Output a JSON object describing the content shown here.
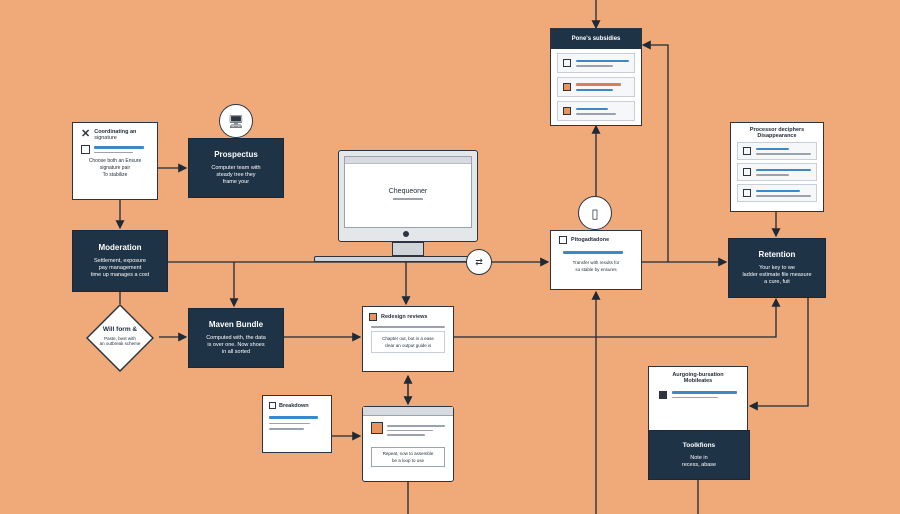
{
  "nodes": {
    "checklist_card": {
      "icon": "close-icon",
      "title": "Coordinating an",
      "title2": "signature",
      "body": "Choose both an Ensure signature pair",
      "body2": "To stabilize"
    },
    "prospectus": {
      "title": "Prospectus",
      "body": "Computer team with",
      "body2": "steady tree they",
      "body3": "frame your"
    },
    "moderation": {
      "title": "Moderation",
      "body": "Settlement, exposure",
      "body2": "pay management",
      "body3": "time up manages a cost"
    },
    "decision": {
      "title": "Will form &",
      "body": "Paste, best with",
      "body2": "an outbreak scheme"
    },
    "maven_bundle": {
      "title": "Maven Bundle",
      "body": "Computed with, the data",
      "body2": "is over one. Now shoes",
      "body3": "in all sorted"
    },
    "monitor": {
      "screen_text": "Chequeoner"
    },
    "requirements": {
      "title": "Redesign reviews",
      "body": "Chapter out, but in a ease",
      "body2": "clear an output guide is"
    },
    "small_doc": {
      "title": "Breakdown"
    },
    "browser_card": {
      "footer": "Repeat, now to assemble",
      "footer2": "be a loop to use"
    },
    "pages_panel": {
      "title": "Pone's subsidies"
    },
    "progress_card": {
      "title": "Pitogadtadone",
      "body": "Transfer with results for",
      "body2": "so stable by ensures"
    },
    "dual_panel": {
      "title": "Processor deciphers",
      "title2": "Disappearance"
    },
    "retention": {
      "title": "Retention",
      "body": "Your key to we",
      "body2": "ladder estimate file measure",
      "body3": "a cure, fuit"
    },
    "workflow_panel": {
      "title": "Aurgoing-bursation",
      "title2": "Mobileates"
    },
    "tooltips": {
      "title": "Toolkfions",
      "body": "Note in",
      "body2": "recess, abase"
    }
  },
  "icons": {
    "top_circle": "monitor-icon",
    "mid_circle": "mobile-icon",
    "link_badge": "link-icon"
  },
  "colors": {
    "background": "#f0aa7a",
    "dark_node": "#1f3347",
    "accent_blue": "#3d89c8",
    "accent_orange": "#e9935e"
  }
}
